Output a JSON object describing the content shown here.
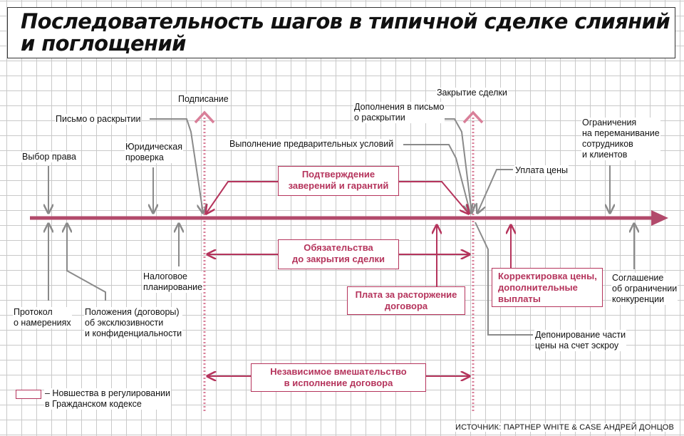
{
  "title": "Последовательность шагов в типичной сделке слияний\nи поглощений",
  "labels": {
    "podpisanie": "Подписание",
    "zakrytie": "Закрытие сделки",
    "pismo": "Письмо о раскрытии",
    "yurid": "Юридическая\nпроверка",
    "vybor": "Выбор права",
    "dopolneniya": "Дополнения в письмо\nо раскрытии",
    "vypolnenie": "Выполнение предварительных условий",
    "uplata": "Уплата цены",
    "ogranicheniya": "Ограничения\nна переманивание\nсотрудников\nи клиентов",
    "nalog": "Налоговое\nпланирование",
    "protokol": "Протокол\nо намерениях",
    "polozheniya": "Положения (договоры)\nоб эксклюзивности\nи конфиденциальности",
    "soglashenie": "Соглашение\nоб ограничении\nконкуренции",
    "deponirovanie": "Депонирование части\nцены на счет эскроу"
  },
  "boxes": {
    "podtverzhdenie": "Подтверждение\nзаверений и гарантий",
    "obyazatelstva": "Обязательства\nдо закрытия сделки",
    "plata": "Плата за расторжение\nдоговора",
    "korrektirovka": "Корректировка цены,\nдополнительные\nвыплаты",
    "nezavisimoe": "Независимое вмешательство\nв исполнение договора"
  },
  "legend": {
    "text": "– Новшества в регулировании\nв Гражданском кодексе"
  },
  "source": "ИСТОЧНИК: ПАРТНЕР WHITE & CASE АНДРЕЙ ДОНЦОВ",
  "colors": {
    "accent": "#b5345c",
    "timeline": "#b24a6b",
    "marker": "#d97f99",
    "leader": "#8a8a8a",
    "grid": "#c9c9c9"
  }
}
